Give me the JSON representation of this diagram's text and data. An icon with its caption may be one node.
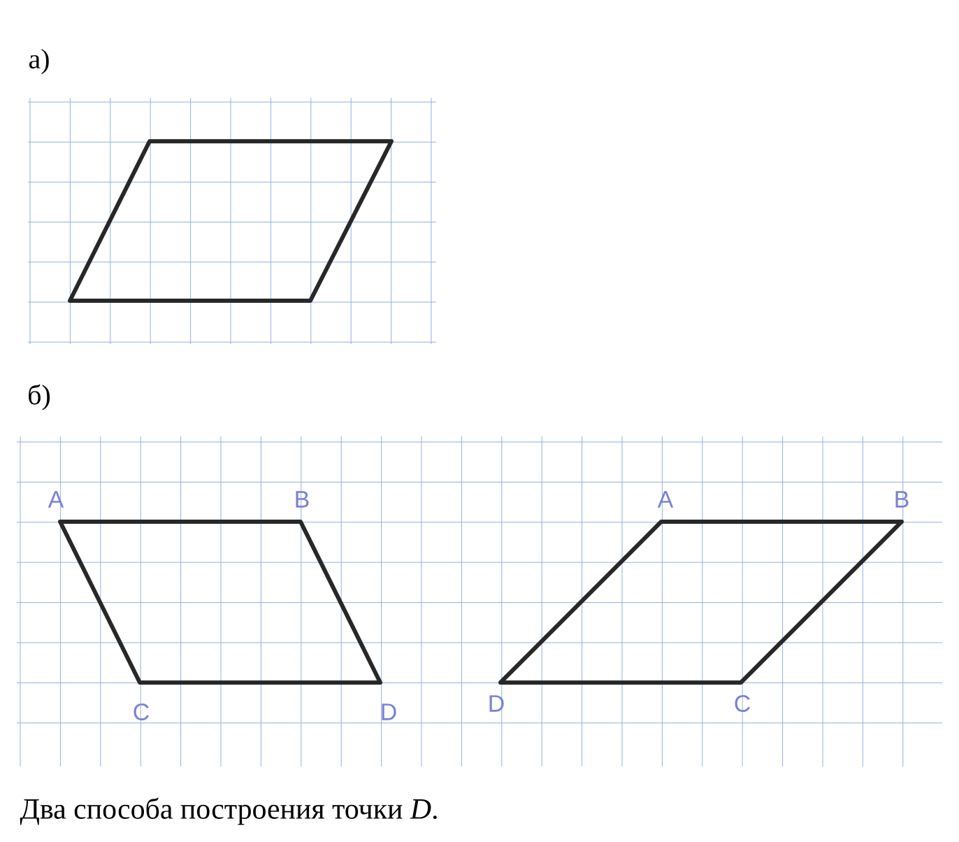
{
  "diagram": {
    "caption": "Два способа построения точки *D*.",
    "labels": [
      "а)",
      "б)",
      "A",
      "B",
      "C",
      "D",
      "A",
      "B",
      "D",
      "C"
    ]
  }
}
